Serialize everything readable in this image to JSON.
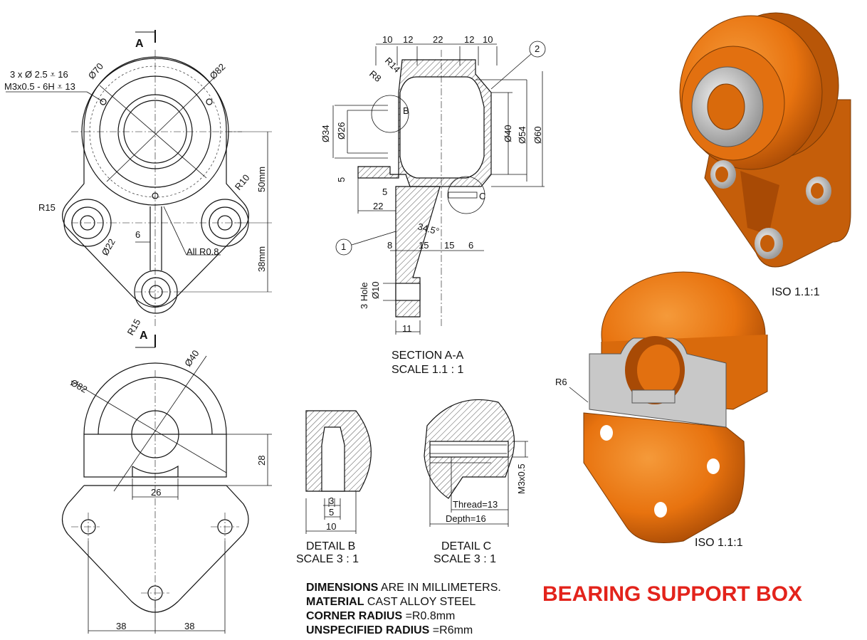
{
  "section_marks": {
    "top": "A",
    "bottom": "A"
  },
  "top_view": {
    "hole_note_1": "3 x Ø 2.5 ⩡ 16",
    "hole_note_2": "M3x0.5 - 6H ⩡ 13",
    "d70": "Ø70",
    "d82": "Ø82",
    "r10": "R10",
    "r15_left": "R15",
    "d22": "Ø22",
    "w6": "6",
    "all_r08": "All R0.8",
    "h50": "50mm",
    "h38": "38mm",
    "r15_bottom": "R15"
  },
  "section_view": {
    "top_dims": [
      "10",
      "12",
      "22",
      "12",
      "10"
    ],
    "r8": "R8",
    "r14": "R14",
    "detail_b_mark": "B",
    "detail_c_mark": "C",
    "d34": "Ø34",
    "d26": "Ø26",
    "d40": "Ø40",
    "d54": "Ø54",
    "d60": "Ø60",
    "v5": "5",
    "h5": "5",
    "w22": "22",
    "angle": "34.5°",
    "bottom_dims": [
      "8",
      "15",
      "15",
      "6"
    ],
    "hole_3": "3 Hole",
    "d10": "Ø10",
    "w11": "11",
    "balloon_1": "1",
    "balloon_2": "2",
    "title": "SECTION A-A",
    "scale": "SCALE 1.1 : 1"
  },
  "front_view": {
    "d82": "Ø82",
    "d40": "Ø40",
    "h28": "28",
    "w26": "26",
    "w38a": "38",
    "w38b": "38"
  },
  "detail_b": {
    "w3": "3",
    "w5": "5",
    "w10": "10",
    "title": "DETAIL B",
    "scale": "SCALE 3 : 1"
  },
  "detail_c": {
    "m3": "M3x0.5",
    "thread": "Thread=13",
    "depth": "Depth=16",
    "title": "DETAIL C",
    "scale": "SCALE 3 : 1"
  },
  "iso": {
    "label_top": "ISO 1.1:1",
    "label_bottom": "ISO 1.1:1",
    "r6": "R6"
  },
  "notes": {
    "n1_bold": "DIMENSIONS",
    "n1_rest": " ARE IN MILLIMETERS.",
    "n2_bold": "MATERIAL",
    "n2_rest": " CAST ALLOY STEEL",
    "n3_bold": "CORNER RADIUS",
    "n3_rest": " =R0.8mm",
    "n4_bold": "UNSPECIFIED RADIUS",
    "n4_rest": " =R6mm"
  },
  "title": "BEARING SUPPORT BOX",
  "colors": {
    "body": "#e8730f",
    "body_dark": "#b45308",
    "face": "#c8c8c8",
    "title": "#e3231b"
  }
}
